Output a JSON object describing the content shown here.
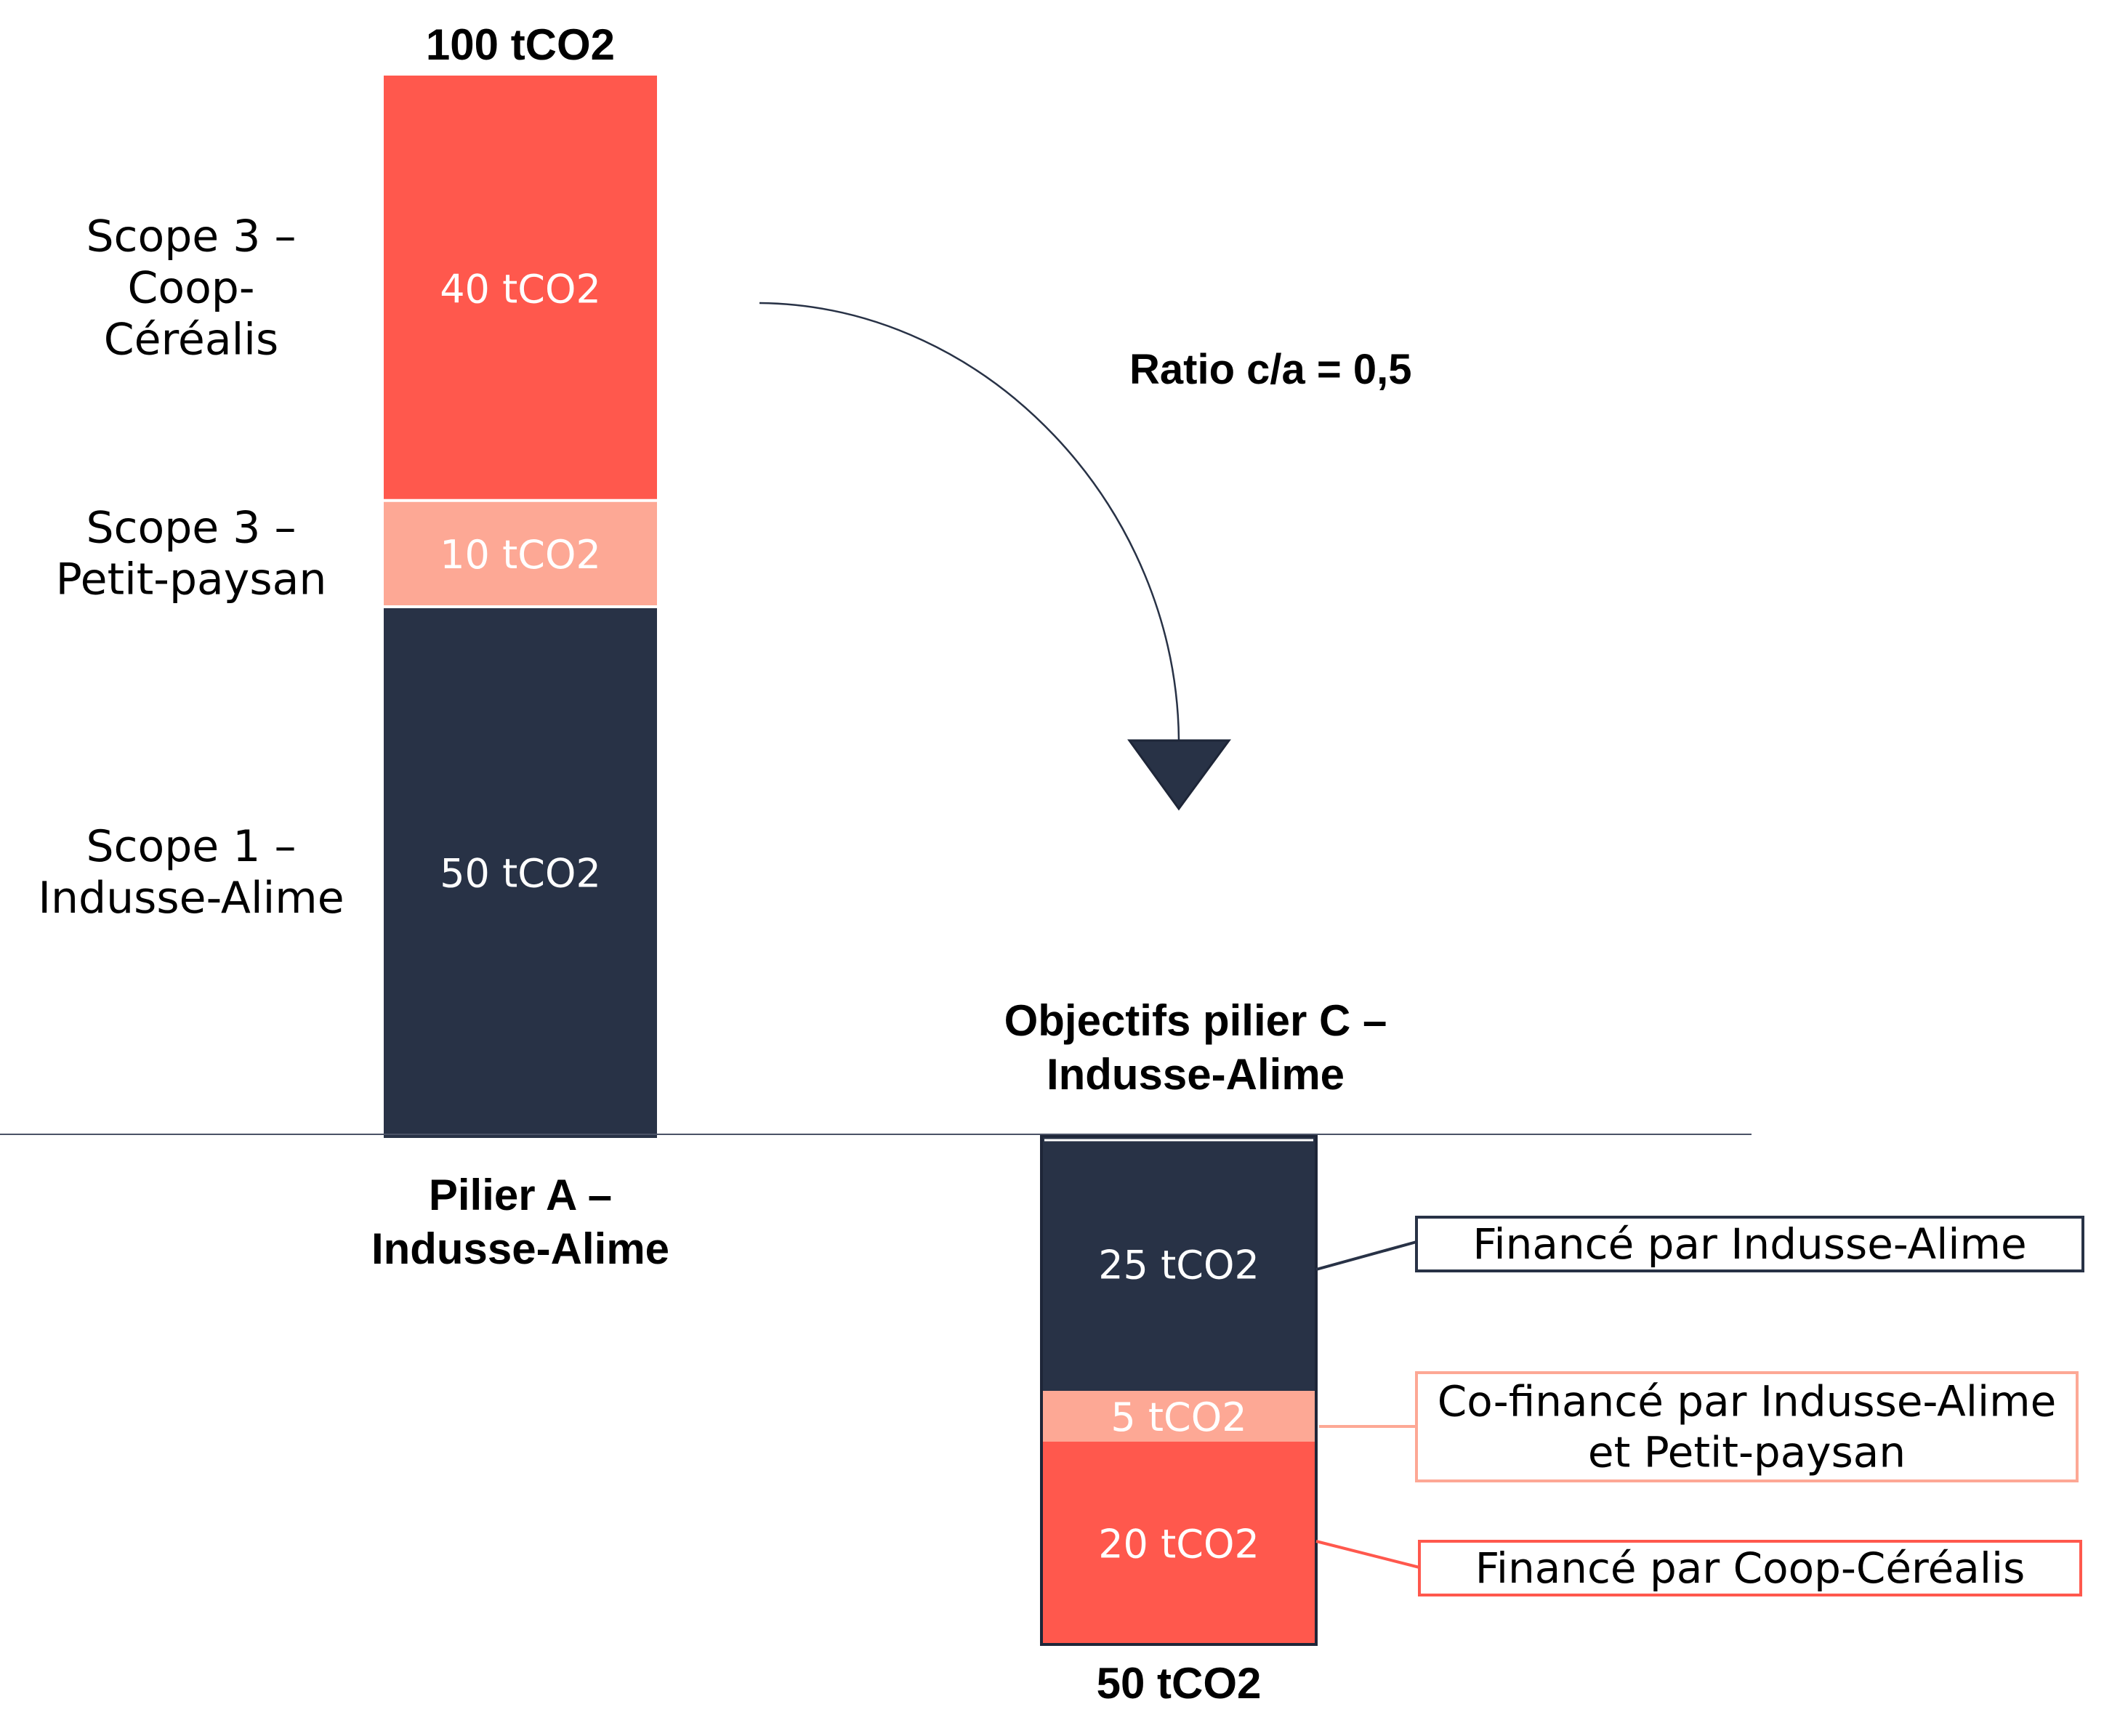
{
  "colors": {
    "coop_cerealis": "#FF584D",
    "petit_paysan": "#FDA895",
    "indusse_alime": "#283246",
    "bar_border": "#1E2638",
    "axis": "#4A5266"
  },
  "chart_data": {
    "type": "bar",
    "subtype": "stacked-waterfall",
    "unit": "tCO2",
    "ratio_label": "Ratio c/a = 0,5",
    "ratio": 0.5,
    "bars": [
      {
        "id": "pilier-a",
        "category": "Pilier A – Indusse-Alime",
        "category_lines": [
          "Pilier A –",
          "Indusse-Alime"
        ],
        "direction": "up",
        "total": 100,
        "total_label": "100 tCO2",
        "segments": [
          {
            "name": "Scope 1 – Indusse-Alime",
            "name_lines": [
              "Scope 1 –",
              "Indusse-Alime"
            ],
            "value": 50,
            "label": "50 tCO2",
            "color_key": "indusse_alime"
          },
          {
            "name": "Scope 3 – Petit-paysan",
            "name_lines": [
              "Scope 3 –",
              "Petit-paysan"
            ],
            "value": 10,
            "label": "10 tCO2",
            "color_key": "petit_paysan"
          },
          {
            "name": "Scope 3 – Coop-Céréalis",
            "name_lines": [
              "Scope 3 –",
              "Coop-",
              "Céréalis"
            ],
            "value": 40,
            "label": "40 tCO2",
            "color_key": "coop_cerealis"
          }
        ]
      },
      {
        "id": "pilier-c",
        "category": "Objectifs pilier C – Indusse-Alime",
        "category_lines": [
          "Objectifs pilier C –",
          "Indusse-Alime"
        ],
        "direction": "down",
        "total": 50,
        "total_label": "50 tCO2",
        "segments": [
          {
            "name": "Financé par Indusse-Alime",
            "name_lines": [
              "Financé par Indusse-Alime"
            ],
            "value": 25,
            "label": "25 tCO2",
            "color_key": "indusse_alime"
          },
          {
            "name": "Co-financé par Indusse-Alime et Petit-paysan",
            "name_lines": [
              "Co-financé par Indusse-Alime",
              "et Petit-paysan"
            ],
            "value": 5,
            "label": "5 tCO2",
            "color_key": "petit_paysan"
          },
          {
            "name": "Financé par Coop-Céréalis",
            "name_lines": [
              "Financé par Coop-Céréalis"
            ],
            "value": 20,
            "label": "20 tCO2",
            "color_key": "coop_cerealis"
          }
        ]
      }
    ],
    "title": "",
    "xlabel": "",
    "ylabel": "",
    "grid": false,
    "legend": "none"
  }
}
